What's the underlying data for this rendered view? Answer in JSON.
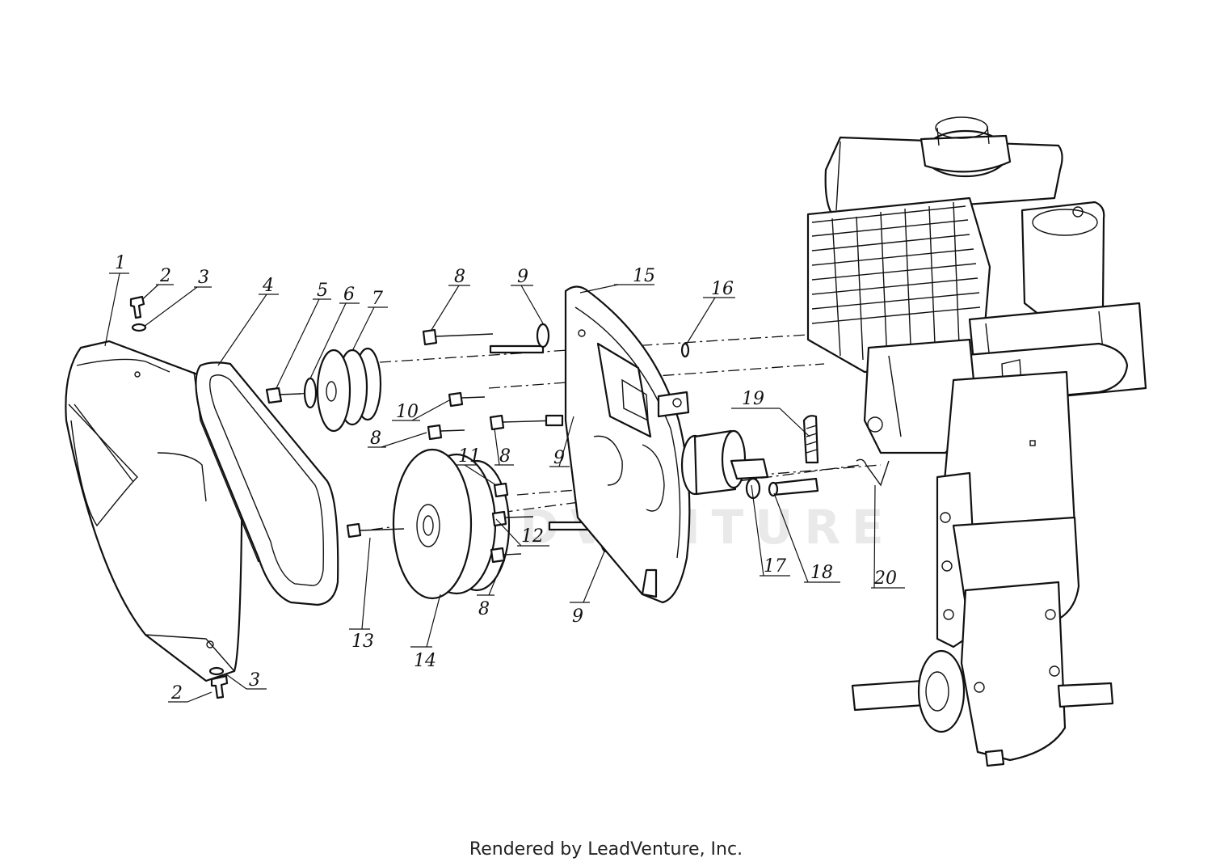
{
  "diagram": {
    "watermark": "LEADVENTURE",
    "footer": "Rendered by LeadVenture, Inc.",
    "callouts": [
      "1",
      "2",
      "3",
      "4",
      "5",
      "6",
      "7",
      "8",
      "9",
      "15",
      "16",
      "10",
      "8",
      "8",
      "9",
      "19",
      "11",
      "12",
      "17",
      "18",
      "20",
      "13",
      "14",
      "8",
      "9",
      "2",
      "3"
    ]
  }
}
